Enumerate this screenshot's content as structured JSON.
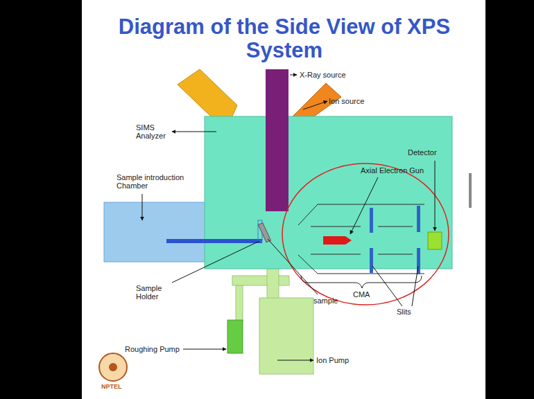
{
  "diagram": {
    "title": "Diagram of the Side View of XPS System",
    "labels": [
      "X-Ray source",
      "Ion source",
      "SIMS Analyzer",
      "Detector",
      "Axial Electron Gun",
      "Sample introduction Chamber",
      "Sample Holder",
      "sample",
      "CMA",
      "Slits",
      "Roughing Pump",
      "Ion Pump",
      "NPTEL"
    ]
  }
}
